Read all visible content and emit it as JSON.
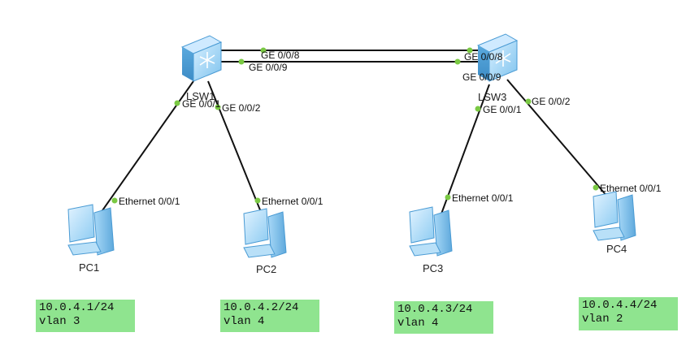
{
  "switches": [
    {
      "id": "LSW1",
      "label": "LSW1"
    },
    {
      "id": "LSW3",
      "label": "LSW3"
    }
  ],
  "pcs": [
    {
      "id": "PC1",
      "label": "PC1"
    },
    {
      "id": "PC2",
      "label": "PC2"
    },
    {
      "id": "PC3",
      "label": "PC3"
    },
    {
      "id": "PC4",
      "label": "PC4"
    }
  ],
  "ports": {
    "lsw1_g8": "GE 0/0/8",
    "lsw1_g9": "GE 0/0/9",
    "lsw1_g1": "GE 0/0/1",
    "lsw1_g2": "GE 0/0/2",
    "lsw3_g8": "GE 0/0/8",
    "lsw3_g9": "GE 0/0/9",
    "lsw3_g1": "GE 0/0/1",
    "lsw3_g2": "GE 0/0/2",
    "pc1_eth": "Ethernet 0/0/1",
    "pc2_eth": "Ethernet 0/0/1",
    "pc3_eth": "Ethernet 0/0/1",
    "pc4_eth": "Ethernet 0/0/1"
  },
  "notes": [
    {
      "ip": "10.0.4.1/24",
      "vlan": "vlan 3"
    },
    {
      "ip": "10.0.4.2/24",
      "vlan": "vlan 4"
    },
    {
      "ip": "10.0.4.3/24",
      "vlan": "vlan 4"
    },
    {
      "ip": "10.0.4.4/24",
      "vlan": "vlan 2"
    }
  ],
  "colors": {
    "link": "#111111",
    "port_dot": "#7ac943",
    "note_bg": "#8fe48f",
    "switch_body": "#8ecbf0"
  }
}
